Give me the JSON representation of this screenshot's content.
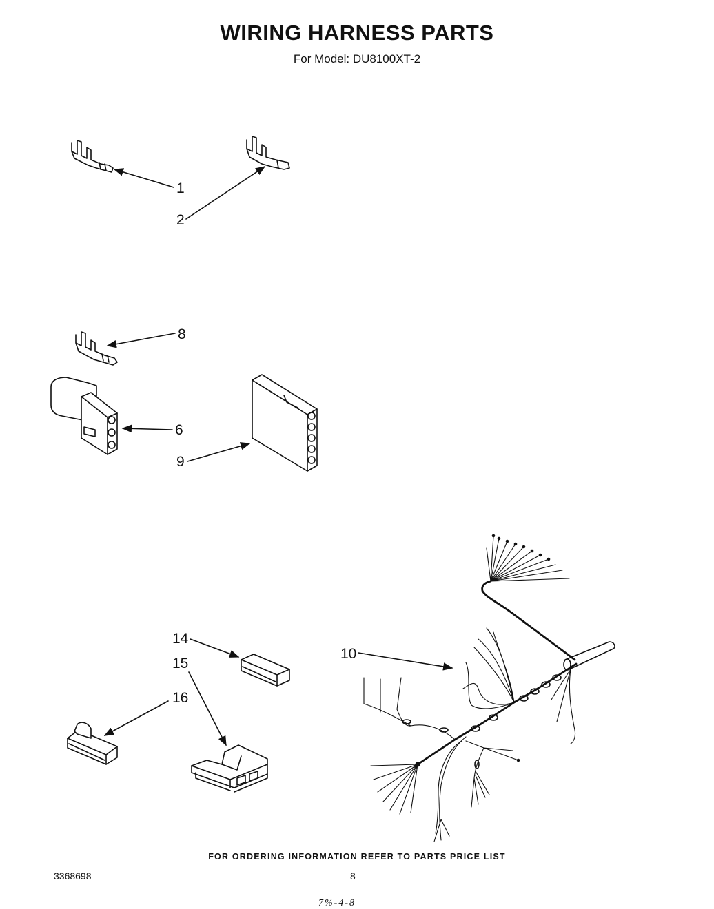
{
  "header": {
    "title": "WIRING HARNESS PARTS",
    "subtitle": "For Model: DU8100XT-2"
  },
  "callouts": {
    "c1": "1",
    "c2": "2",
    "c8": "8",
    "c6": "6",
    "c9": "9",
    "c14": "14",
    "c15": "15",
    "c16": "16",
    "c10": "10"
  },
  "footer": {
    "ordering_note": "FOR ORDERING INFORMATION REFER TO PARTS PRICE LIST",
    "document_number": "3368698",
    "page_number": "8",
    "date_stamp": "7%-4-8"
  }
}
